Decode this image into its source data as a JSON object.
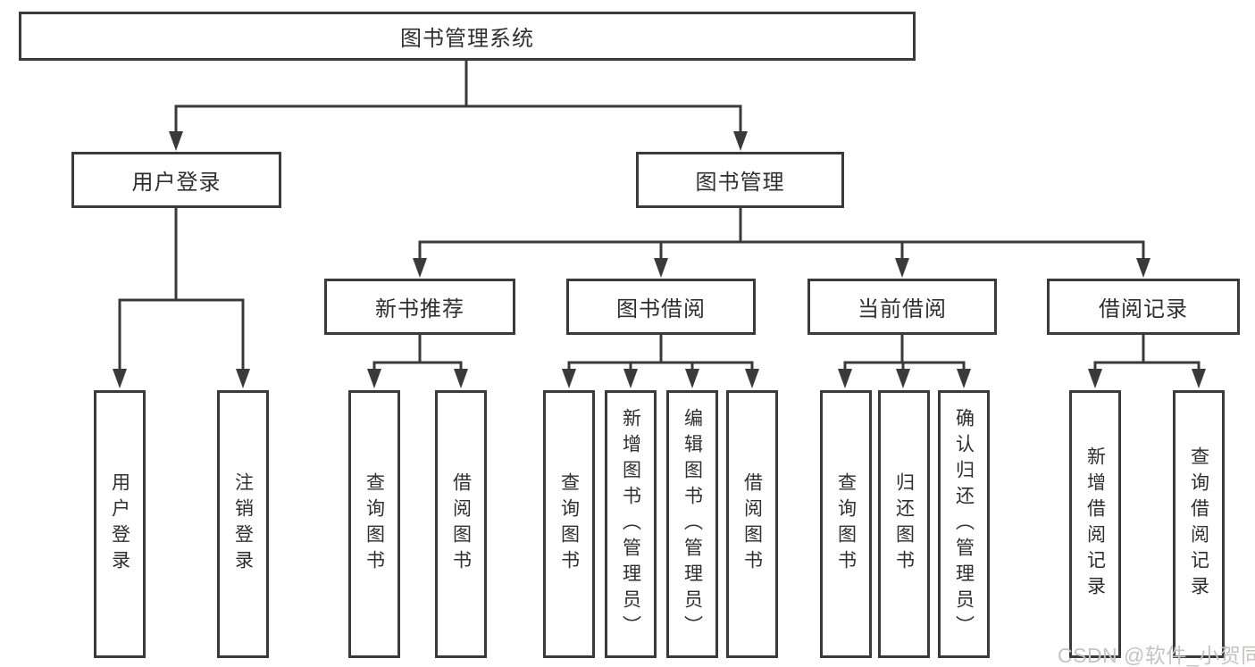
{
  "diagram": {
    "type": "tree",
    "tree": {
      "label": "图书管理系统",
      "children": [
        {
          "label": "用户登录",
          "children": [
            {
              "label": "用户登录"
            },
            {
              "label": "注销登录"
            }
          ]
        },
        {
          "label": "图书管理",
          "children": [
            {
              "label": "新书推荐",
              "children": [
                {
                  "label": "查询图书"
                },
                {
                  "label": "借阅图书"
                }
              ]
            },
            {
              "label": "图书借阅",
              "children": [
                {
                  "label": "查询图书"
                },
                {
                  "label": "新增图书（管理员）"
                },
                {
                  "label": "编辑图书（管理员）"
                },
                {
                  "label": "借阅图书"
                }
              ]
            },
            {
              "label": "当前借阅",
              "children": [
                {
                  "label": "查询图书"
                },
                {
                  "label": "归还图书"
                },
                {
                  "label": "确认归还（管理员）"
                }
              ]
            },
            {
              "label": "借阅记录",
              "children": [
                {
                  "label": "新增借阅记录"
                },
                {
                  "label": "查询借阅记录"
                }
              ]
            }
          ]
        }
      ]
    },
    "style": {
      "line_color": "#3a3a3a",
      "box_border_color": "#3a3a3a",
      "text_color": "#2f2f2f",
      "background": "#ffffff"
    }
  },
  "watermark": {
    "text": "CSDN @软件_小贺同学",
    "color": "#c6c2c2"
  }
}
